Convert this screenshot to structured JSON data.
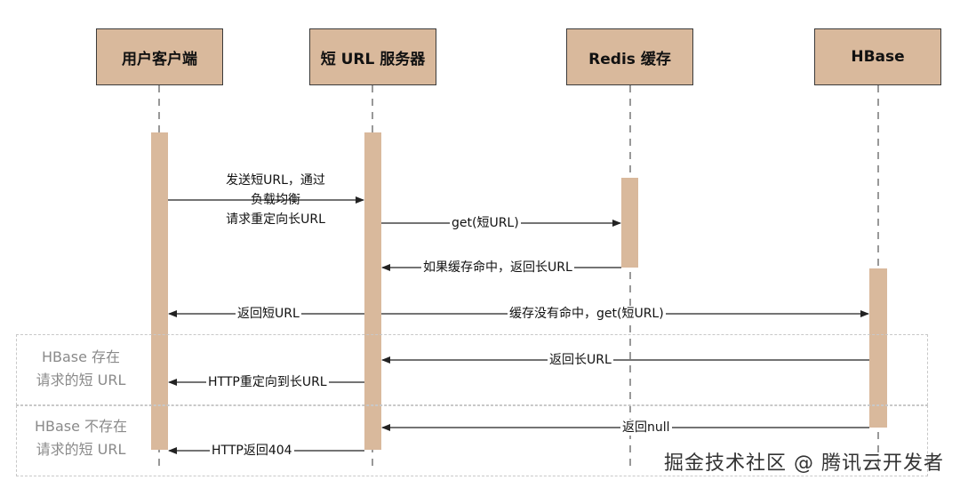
{
  "participants": {
    "client": "用户客户端",
    "server": "短 URL 服务器",
    "redis": "Redis 缓存",
    "hbase": "HBase"
  },
  "messages": {
    "m1_line1": "发送短URL，通过",
    "m1_line2": "负载均衡",
    "m1_line3": "请求重定向长URL",
    "m2": "get(短URL)",
    "m3": "如果缓存命中，返回长URL",
    "m4": "返回短URL",
    "m5": "缓存没有命中，get(短URL)",
    "m6": "返回长URL",
    "m7": "HTTP重定向到长URL",
    "m8": "返回null",
    "m9": "HTTP返回404"
  },
  "fragments": {
    "exists_line1": "HBase 存在",
    "exists_line2": "请求的短 URL",
    "not_exists_line1": "HBase 不存在",
    "not_exists_line2": "请求的短 URL"
  },
  "watermark": "掘金技术社区 @ 腾讯云开发者",
  "colors": {
    "box_fill": "#d9b99c",
    "activation_fill": "#d9b99c",
    "line": "#222222",
    "fragment_border": "#c8c8c8"
  }
}
